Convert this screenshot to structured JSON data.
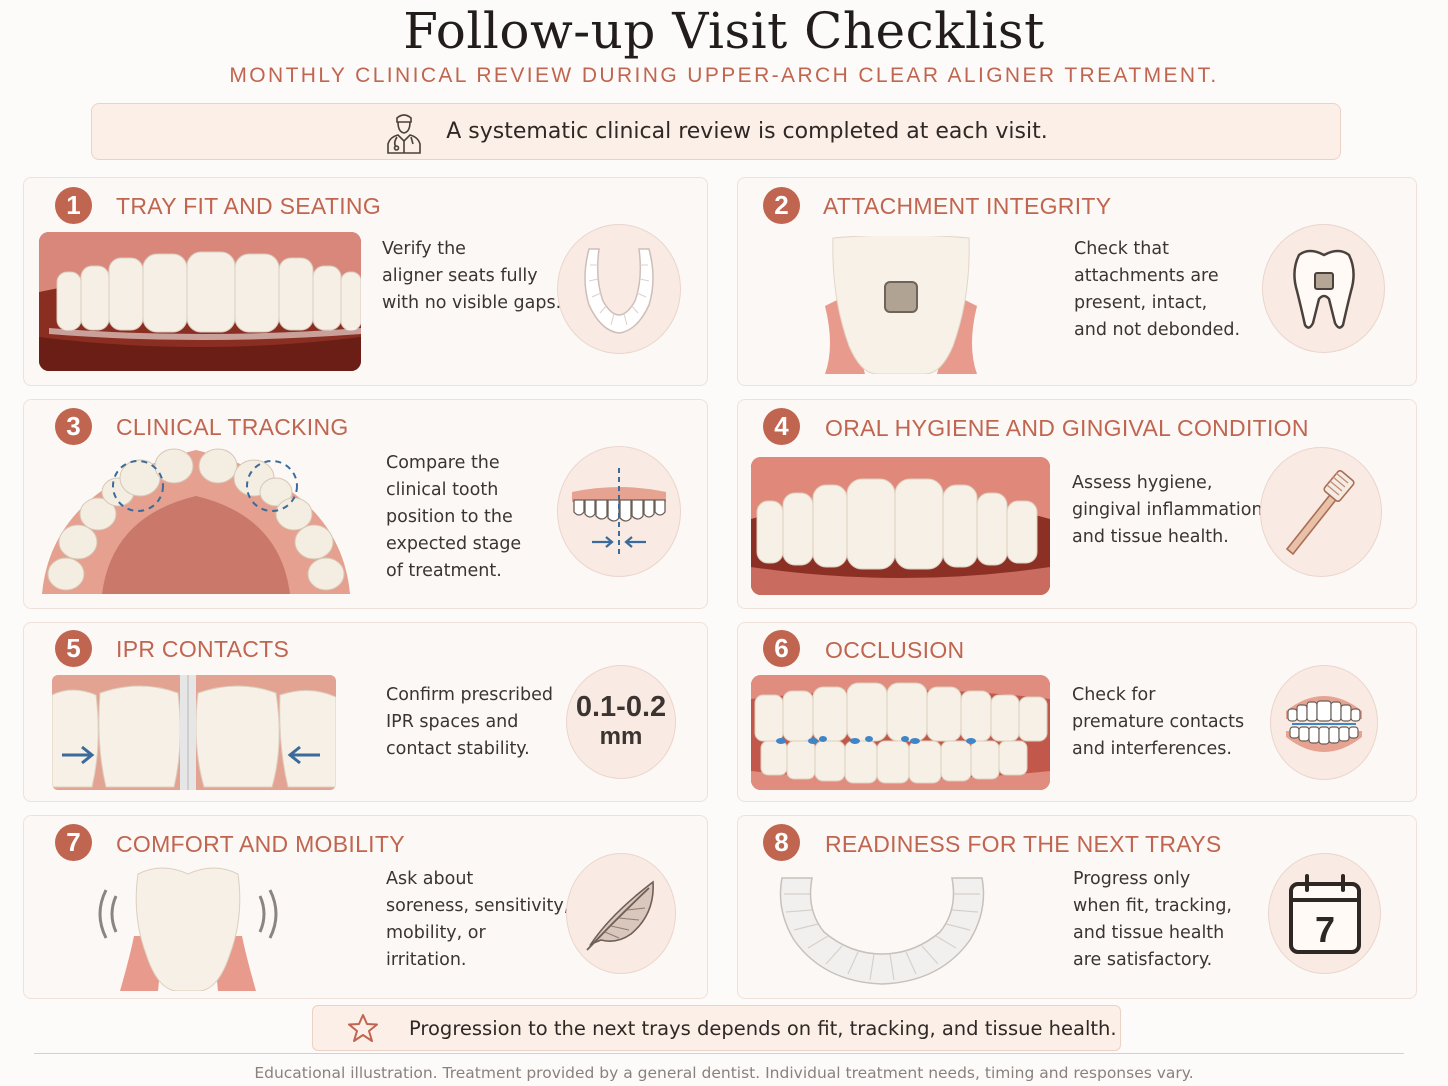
{
  "header": {
    "title": "Follow-up Visit Checklist",
    "subtitle": "MONTHLY CLINICAL REVIEW DURING UPPER-ARCH CLEAR ALIGNER TREATMENT."
  },
  "banner": {
    "text": "A systematic clinical review is completed at each visit.",
    "icon": "doctor-icon"
  },
  "cards": [
    {
      "number": "1",
      "title": "TRAY FIT AND SEATING",
      "desc": [
        "Verify the",
        "aligner seats fully",
        "with no visible gaps."
      ],
      "icon": "aligner-icon"
    },
    {
      "number": "2",
      "title": "ATTACHMENT INTEGRITY",
      "desc": [
        "Check that",
        "attachments are",
        "present, intact,",
        "and not debonded."
      ],
      "icon": "tooth-attachment-icon"
    },
    {
      "number": "3",
      "title": "CLINICAL TRACKING",
      "desc": [
        "Compare the",
        "clinical tooth",
        "position to the",
        "expected stage",
        "of treatment."
      ],
      "icon": "tracking-icon"
    },
    {
      "number": "4",
      "title": "ORAL HYGIENE AND GINGIVAL CONDITION",
      "desc": [
        "Assess hygiene,",
        "gingival inflammation,",
        "and tissue health."
      ],
      "icon": "toothbrush-icon"
    },
    {
      "number": "5",
      "title": "IPR CONTACTS",
      "desc": [
        "Confirm prescribed",
        "IPR spaces and",
        "contact stability."
      ],
      "ipr_value": "0.1-0.2",
      "ipr_unit": "mm"
    },
    {
      "number": "6",
      "title": "OCCLUSION",
      "desc": [
        "Check for",
        "premature contacts",
        "and interferences."
      ],
      "icon": "occlusion-icon"
    },
    {
      "number": "7",
      "title": "COMFORT AND MOBILITY",
      "desc": [
        "Ask about",
        "soreness, sensitivity,",
        "mobility, or",
        "irritation."
      ],
      "icon": "feather-icon"
    },
    {
      "number": "8",
      "title": "READINESS FOR THE NEXT TRAYS",
      "desc": [
        "Progress only",
        "when fit, tracking,",
        "and tissue health",
        "are satisfactory."
      ],
      "icon": "calendar-icon",
      "calendar_day": "7"
    }
  ],
  "footer": {
    "text": "Progression to the next trays depends on fit, tracking, and tissue health.",
    "icon": "star-icon",
    "disclaimer": "Educational illustration. Treatment provided by a general dentist. Individual treatment needs, timing and responses vary."
  },
  "colors": {
    "accent": "#c0654f",
    "banner_bg": "#fbefe8",
    "card_bg": "#fcf8f6",
    "blue": "#3a6b9a"
  }
}
